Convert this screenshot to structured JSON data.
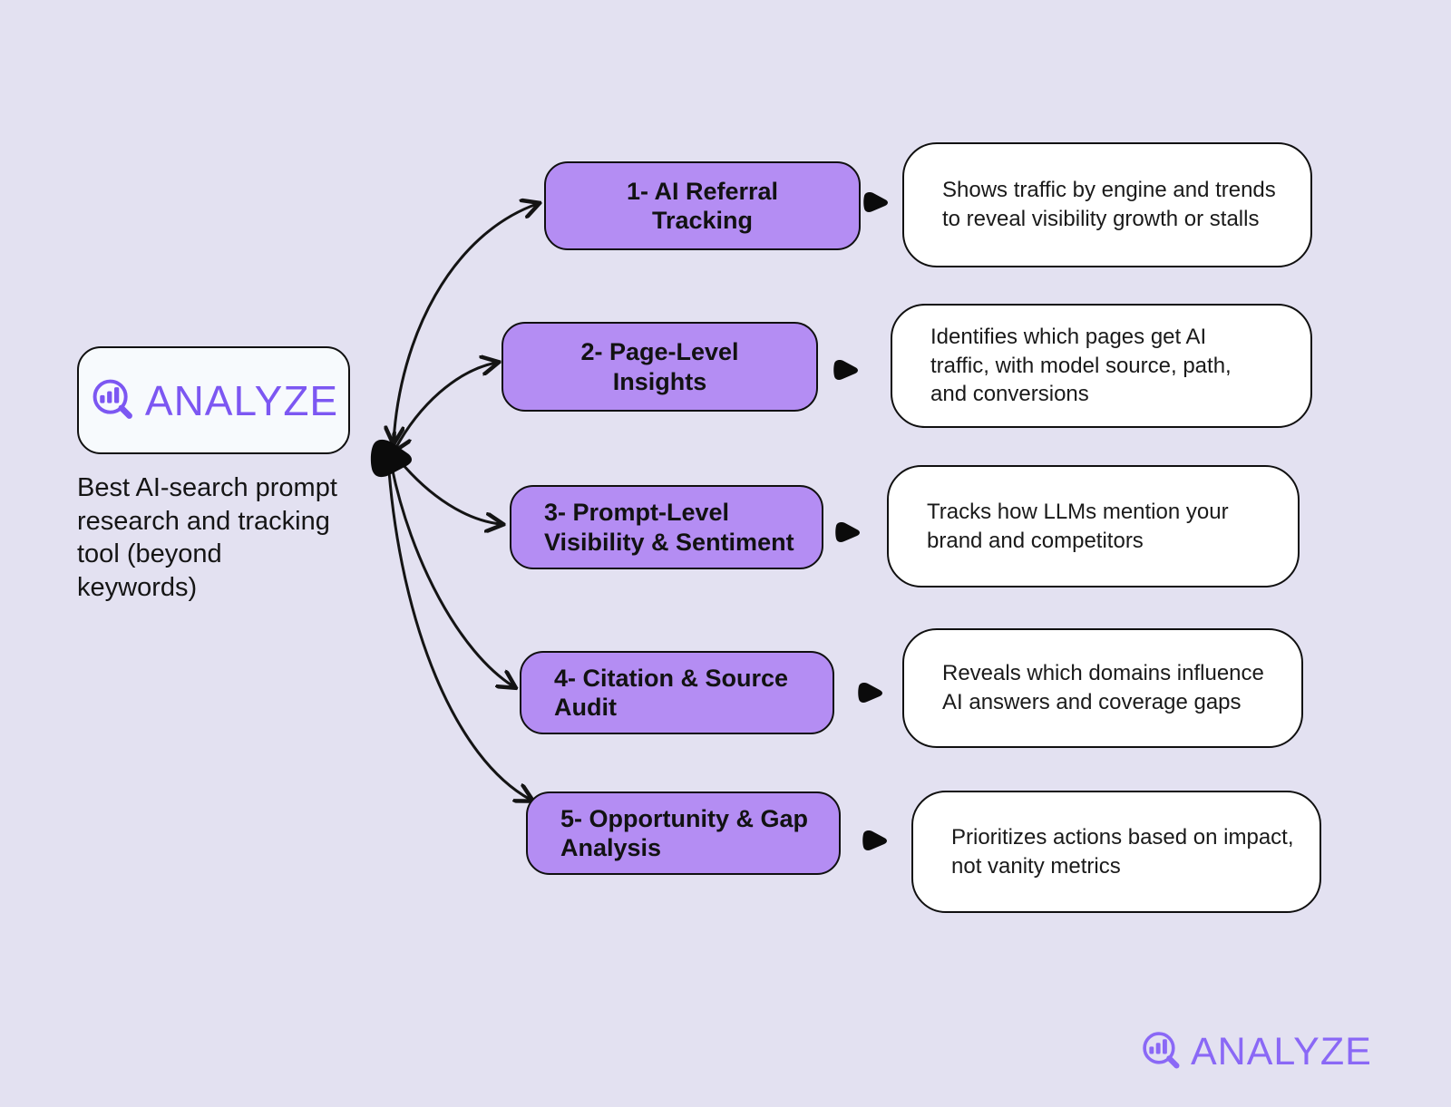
{
  "canvas": {
    "background_color": "#E3E1F1",
    "node_fill_color": "#B48DF3",
    "brand_purple": "#7C57F2",
    "footer_purple": "#8A68F6"
  },
  "brand": {
    "name": "ANALYZE",
    "tagline_lines": [
      "Best AI-search prompt",
      "research and tracking",
      "tool (beyond",
      "keywords)"
    ]
  },
  "nodes": [
    {
      "label_lines": [
        "1- AI Referral",
        "Tracking"
      ],
      "desc_lines": [
        "Shows traffic by engine and trends",
        "to reveal visibility growth or stalls"
      ]
    },
    {
      "label_lines": [
        "2- Page-Level",
        "Insights"
      ],
      "desc_lines": [
        "Identifies which pages get AI",
        "traffic, with model source, path,",
        "and conversions"
      ]
    },
    {
      "label_lines": [
        "3- Prompt-Level",
        "Visibility & Sentiment"
      ],
      "desc_lines": [
        "Tracks how LLMs mention your",
        "brand and competitors"
      ]
    },
    {
      "label_lines": [
        "4- Citation & Source",
        "Audit"
      ],
      "desc_lines": [
        "Reveals which domains influence",
        "AI answers and coverage gaps"
      ]
    },
    {
      "label_lines": [
        "5- Opportunity & Gap",
        "Analysis"
      ],
      "desc_lines": [
        "Prioritizes actions based on impact,",
        "not vanity metrics"
      ]
    }
  ],
  "footer": {
    "brand_name": "ANALYZE"
  }
}
